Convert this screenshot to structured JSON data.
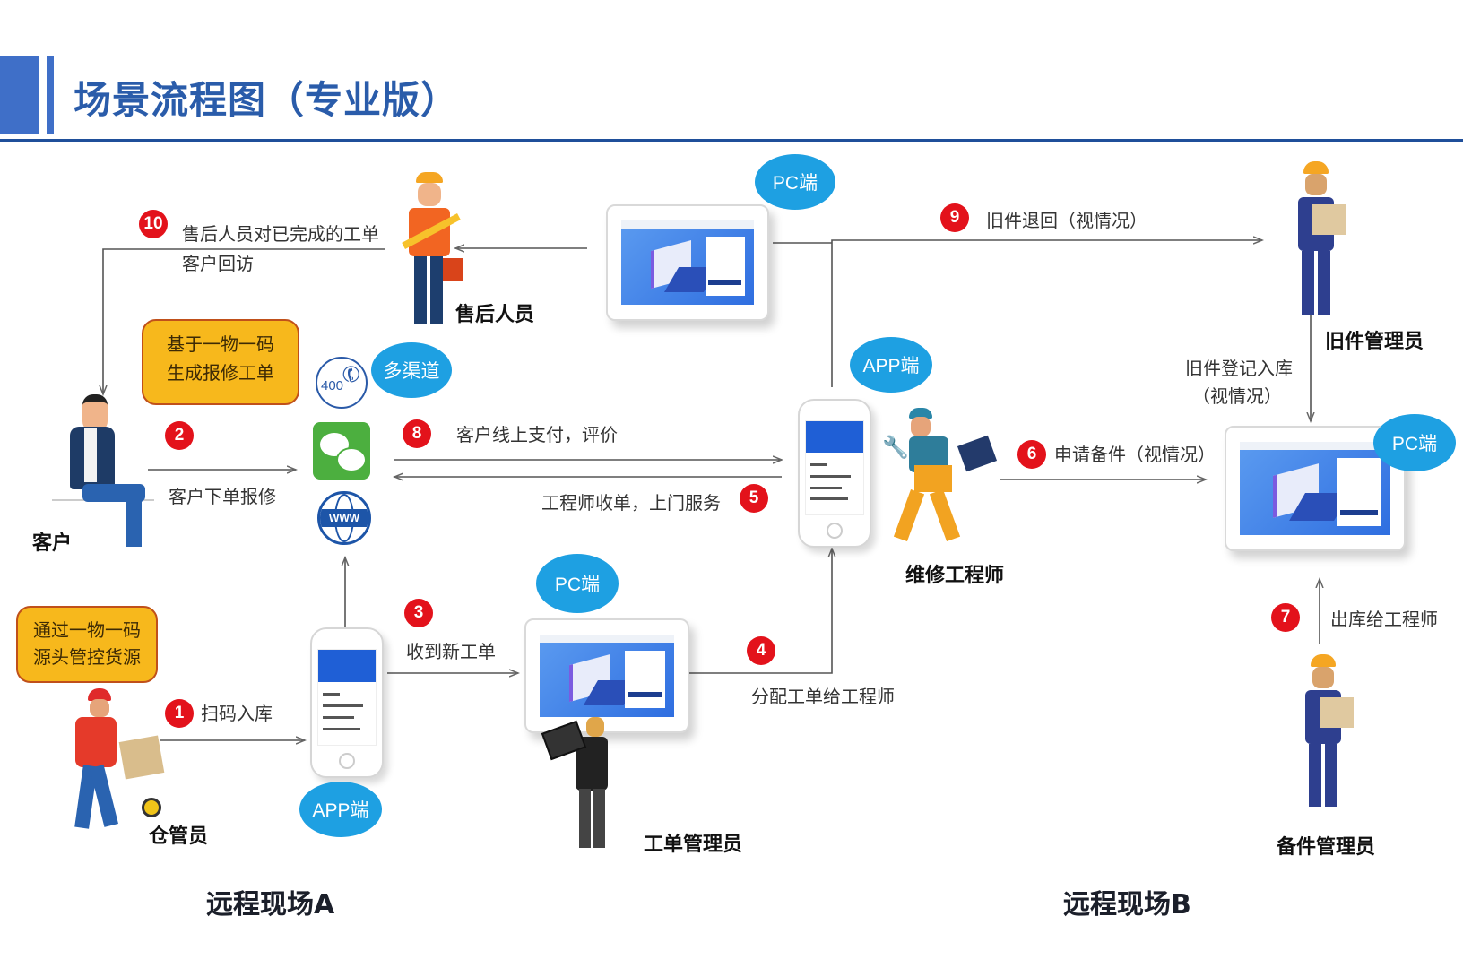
{
  "header": {
    "title": "场景流程图（专业版）",
    "accent_color": "#3f6fc8",
    "rule_color": "#1f4f9a"
  },
  "roles": {
    "customer": "客户",
    "after_sales": "售后人员",
    "old_parts_manager": "旧件管理员",
    "engineer": "维修工程师",
    "warehouse_keeper": "仓管员",
    "work_order_manager": "工单管理员",
    "spare_parts_manager": "备件管理员"
  },
  "sites": {
    "site_a": "远程现场A",
    "site_b": "远程现场B"
  },
  "bubbles": {
    "pc_top": "PC端",
    "pc_middle": "PC端",
    "pc_right": "PC端",
    "app_engineer": "APP端",
    "app_bottom": "APP端",
    "multi_channel": "多渠道"
  },
  "callouts": {
    "customer_line1": "基于一物一码",
    "customer_line2": "生成报修工单",
    "warehouse_line1": "通过一物一码",
    "warehouse_line2": "源头管控货源"
  },
  "channels": {
    "phone_label": "400",
    "web_label": "WWW"
  },
  "steps": [
    {
      "num": "1",
      "label": "扫码入库"
    },
    {
      "num": "2",
      "label": "客户下单报修"
    },
    {
      "num": "3",
      "label": "收到新工单"
    },
    {
      "num": "4",
      "label": "分配工单给工程师"
    },
    {
      "num": "5",
      "label": "工程师收单，上门服务"
    },
    {
      "num": "6",
      "label": "申请备件（视情况）"
    },
    {
      "num": "7",
      "label": "出库给工程师"
    },
    {
      "num": "8",
      "label": "客户线上支付，评价"
    },
    {
      "num": "9",
      "label": "旧件退回（视情况）"
    },
    {
      "num": "10",
      "label_line1": "售后人员对已完成的工单",
      "label_line2": "客户回访"
    }
  ],
  "extra_labels": {
    "old_parts_register_line1": "旧件登记入库",
    "old_parts_register_line2": "（视情况）"
  },
  "colors": {
    "step_badge": "#e3121b",
    "bubble_blue": "#1ea0e2",
    "callout_yellow": "#f7b81c",
    "wechat_green": "#4caf3f"
  }
}
